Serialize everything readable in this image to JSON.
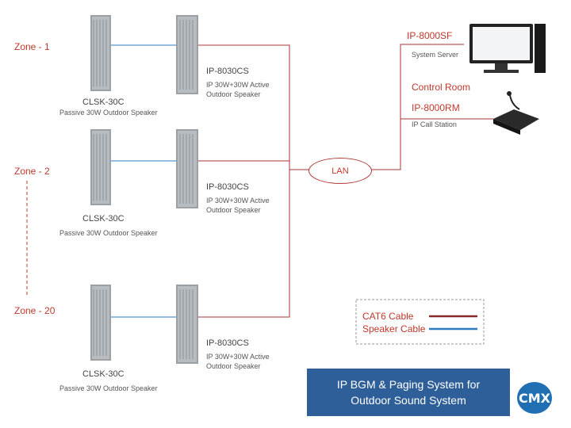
{
  "zones": [
    {
      "label": "Zone - 1",
      "active_model": "IP-8030CS",
      "active_desc": "IP 30W+30W Active Outdoor Speaker",
      "passive_model": "CLSK-30C",
      "passive_desc": "Passive  30W Outdoor Speaker"
    },
    {
      "label": "Zone - 2",
      "active_model": "IP-8030CS",
      "active_desc": "IP 30W+30W Active Outdoor Speaker",
      "passive_model": "CLSK-30C",
      "passive_desc": "Passive  30W Outdoor Speaker"
    },
    {
      "label": "Zone - 20",
      "active_model": "IP-8030CS",
      "active_desc": "IP 30W+30W Active Outdoor Speaker",
      "passive_model": "CLSK-30C",
      "passive_desc": "Passive  30W Outdoor Speaker"
    }
  ],
  "server": {
    "model": "IP-8000SF",
    "label": "System Server"
  },
  "control_room": {
    "label": "Control Room",
    "model": "IP-8000RM",
    "desc": "IP Call Station"
  },
  "lan": {
    "label": "LAN"
  },
  "legend": {
    "cat6": "CAT6 Cable",
    "speaker": "Speaker Cable",
    "cat6_color": "#8b2a2a",
    "speaker_color": "#2a7bbf"
  },
  "title": {
    "line1": "IP BGM & Paging System for",
    "line2": "Outdoor Sound System"
  },
  "logo": {
    "text": "CMX"
  }
}
